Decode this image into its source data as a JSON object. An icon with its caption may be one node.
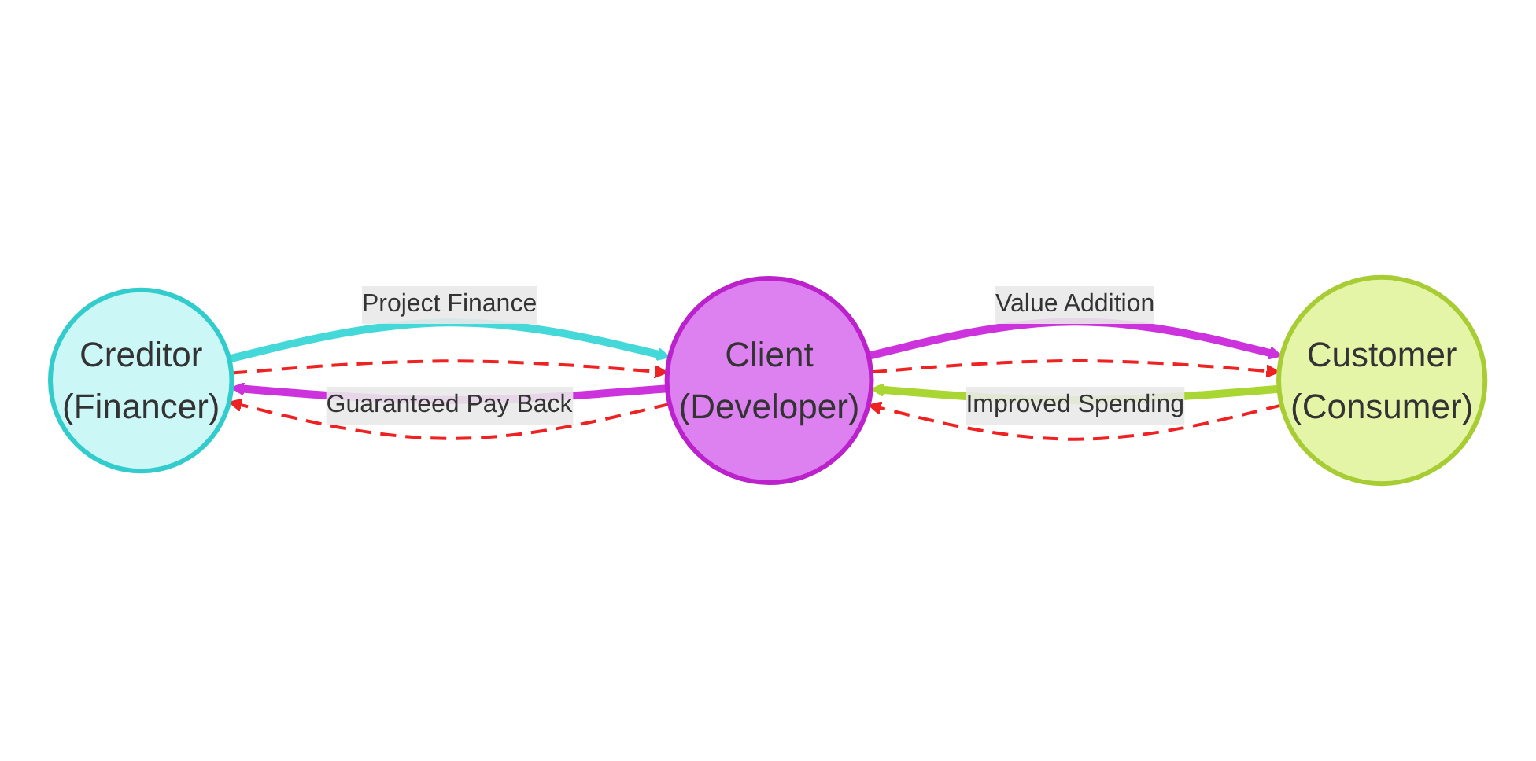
{
  "diagram": {
    "nodes": [
      {
        "text": [
          "Creditor",
          "(Financer)"
        ]
      },
      {
        "text": [
          "Client",
          "(Developer)"
        ]
      },
      {
        "text": [
          "Customer",
          "(Consumer)"
        ]
      }
    ],
    "edges": [
      {
        "from": 0,
        "to": 1,
        "arrow": "to",
        "label": "Project Finance",
        "style": "thick",
        "color": "#44d8d8"
      },
      {
        "from": 1,
        "to": 2,
        "arrow": "to",
        "label": "Value Addition",
        "style": "thick",
        "color": "#cc33dd"
      },
      {
        "from": 1,
        "to": 0,
        "arrow": "to",
        "label": "Guaranteed Pay Back",
        "style": "thick",
        "color": "#cc33dd"
      },
      {
        "from": 2,
        "to": 1,
        "arrow": "to",
        "label": "Improved Spending",
        "style": "thick",
        "color": "#aad633"
      },
      {
        "from": 1,
        "to": 0,
        "arrow": "to",
        "style": "dashed",
        "color": "#ee2222"
      },
      {
        "from": 0,
        "to": 1,
        "arrow": "to",
        "style": "dashed",
        "color": "#ee2222"
      },
      {
        "from": 2,
        "to": 1,
        "arrow": "to",
        "style": "dashed",
        "color": "#ee2222"
      },
      {
        "from": 1,
        "to": 2,
        "arrow": "to",
        "style": "dashed",
        "color": "#ee2222"
      }
    ]
  }
}
